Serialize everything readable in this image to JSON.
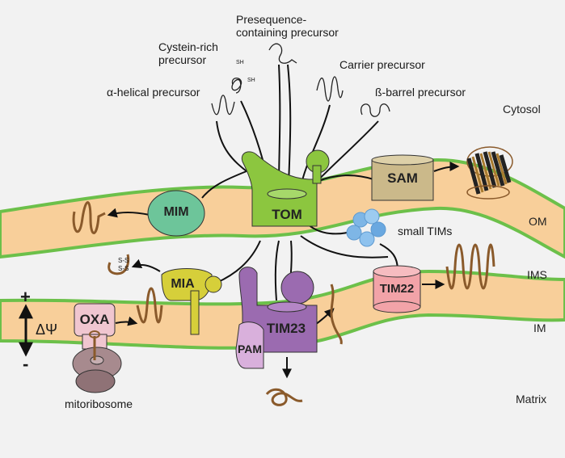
{
  "precursors": {
    "cystein_rich": "Cystein-rich\nprecursor",
    "presequence": "Presequence-\ncontaining precursor",
    "carrier": "Carrier precursor",
    "alpha_helical": "α-helical precursor",
    "beta_barrel": "ß-barrel precursor"
  },
  "sh_marks": {
    "sh1": "SH",
    "sh2": "SH"
  },
  "disulfide": {
    "a": "S-S",
    "b": "S-S"
  },
  "complexes": {
    "tom": "TOM",
    "sam": "SAM",
    "mim": "MIM",
    "mia": "MIA",
    "tim23": "TIM23",
    "tim22": "TIM22",
    "pam": "PAM",
    "oxa": "OXA"
  },
  "labels": {
    "small_tims": "small TIMs",
    "mitoribosome": "mitoribosome",
    "plus": "+",
    "minus": "-",
    "delta_psi": "ΔΨ"
  },
  "regions": {
    "cytosol": "Cytosol",
    "om": "OM",
    "ims": "IMS",
    "im": "IM",
    "matrix": "Matrix"
  },
  "colors": {
    "background": "#f2f2f2",
    "membrane_fill": "#f8cf9a",
    "membrane_edge": "#6cc04a",
    "tom": "#8cc63f",
    "sam": "#cbb98a",
    "mim": "#6dc59a",
    "mia": "#d6cf3a",
    "tim23": "#9b6bb0",
    "pam": "#d9b0dc",
    "tim22": "#f2a3a8",
    "oxa": "#f0c6d0",
    "mitoribosome": "#a78a8e",
    "small_tims": "#7eb6e6",
    "substrate": "#8a5a2b"
  }
}
